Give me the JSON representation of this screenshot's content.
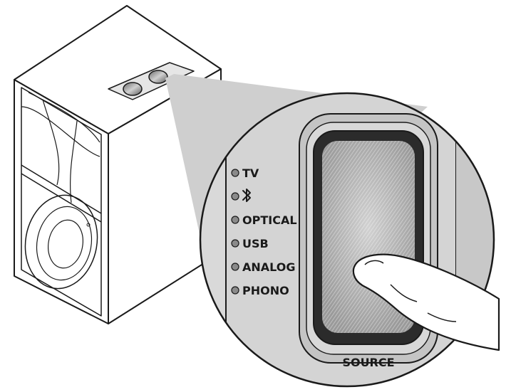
{
  "diagram": {
    "inputs": [
      {
        "id": "tv",
        "label": "TV",
        "icon": ""
      },
      {
        "id": "bluetooth",
        "label": "",
        "icon": "bluetooth-icon"
      },
      {
        "id": "optical",
        "label": "OPTICAL",
        "icon": ""
      },
      {
        "id": "usb",
        "label": "USB",
        "icon": ""
      },
      {
        "id": "analog",
        "label": "ANALOG",
        "icon": ""
      },
      {
        "id": "phono",
        "label": "PHONO",
        "icon": ""
      }
    ],
    "source_button_label": "SOURCE",
    "colors": {
      "line": "#1a1a1a",
      "panel_gray": "#d6d6d6",
      "callout_gray": "#c9c9c9",
      "led_gray": "#8a8a8a",
      "button_dark": "#2b2b2b"
    }
  }
}
